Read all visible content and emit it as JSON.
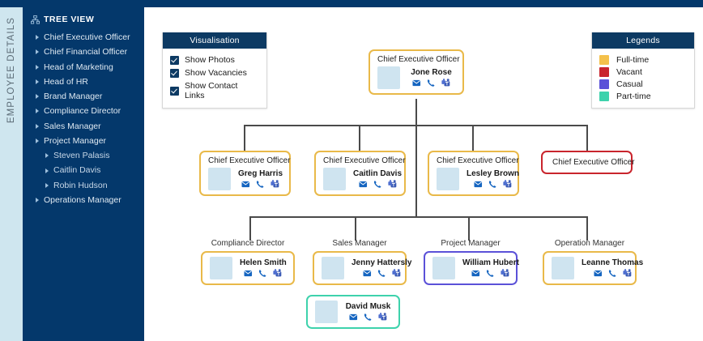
{
  "sidebar": {
    "vertical_label": "EMPLOYEE DETAILS",
    "tree_title": "TREE VIEW",
    "tree_icon": "sitemap-icon",
    "items": [
      {
        "label": "Chief Executive Officer",
        "level": 0
      },
      {
        "label": "Chief Financial Officer",
        "level": 0
      },
      {
        "label": "Head of Marketing",
        "level": 0
      },
      {
        "label": "Head of HR",
        "level": 0
      },
      {
        "label": "Brand Manager",
        "level": 0
      },
      {
        "label": "Compliance Director",
        "level": 0
      },
      {
        "label": "Sales Manager",
        "level": 0
      },
      {
        "label": "Project Manager",
        "level": 0
      },
      {
        "label": "Steven Palasis",
        "level": 1
      },
      {
        "label": "Caitlin Davis",
        "level": 1
      },
      {
        "label": "Robin Hudson",
        "level": 1
      },
      {
        "label": "Operations Manager",
        "level": 0
      }
    ]
  },
  "visualisation": {
    "title": "Visualisation",
    "options": [
      {
        "label": "Show Photos",
        "checked": true
      },
      {
        "label": "Show Vacancies",
        "checked": true
      },
      {
        "label": "Show Contact Links",
        "checked": true
      }
    ]
  },
  "legends": {
    "title": "Legends",
    "items": [
      {
        "label": "Full-time",
        "color": "#f4c14b"
      },
      {
        "label": "Vacant",
        "color": "#c9252d"
      },
      {
        "label": "Casual",
        "color": "#5b51d8"
      },
      {
        "label": "Part-time",
        "color": "#3ed2ac"
      }
    ]
  },
  "chart_colors": {
    "full_time": "#e9b949",
    "vacant": "#c9252d",
    "casual": "#5b51d8",
    "part_time": "#3ed2ac",
    "connector": "#4a4a4a",
    "navy": "#04386b",
    "panel_header": "#0d3a63",
    "photo_placeholder": "#cfe4f0"
  },
  "contact_icons": [
    {
      "name": "email-icon"
    },
    {
      "name": "phone-icon"
    },
    {
      "name": "teams-icon"
    }
  ],
  "org_chart": {
    "root": {
      "title": "Chief Executive Officer",
      "name": "Jone Rose",
      "status": "full_time",
      "title_position": "inside"
    },
    "level2": [
      {
        "title": "Chief Executive Officer",
        "name": "Greg Harris",
        "status": "full_time",
        "title_position": "inside"
      },
      {
        "title": "Chief Executive Officer",
        "name": "Caitlin Davis",
        "status": "full_time",
        "title_position": "inside"
      },
      {
        "title": "Chief Executive Officer",
        "name": "Lesley Brown",
        "status": "full_time",
        "title_position": "inside"
      },
      {
        "title": "Chief Executive Officer",
        "name": "",
        "status": "vacant",
        "title_position": "inside"
      }
    ],
    "level3": [
      {
        "title": "Compliance Director",
        "name": "Helen Smith",
        "status": "full_time",
        "title_position": "outside"
      },
      {
        "title": "Sales Manager",
        "name": "Jenny Hattersly",
        "status": "full_time",
        "title_position": "outside"
      },
      {
        "title": "Project Manager",
        "name": "William Hubert",
        "status": "casual",
        "title_position": "outside"
      },
      {
        "title": "Operation Manager",
        "name": "Leanne Thomas",
        "status": "full_time",
        "title_position": "outside"
      }
    ],
    "level4": [
      {
        "title": "",
        "name": "David Musk",
        "status": "part_time",
        "title_position": "none"
      }
    ]
  }
}
